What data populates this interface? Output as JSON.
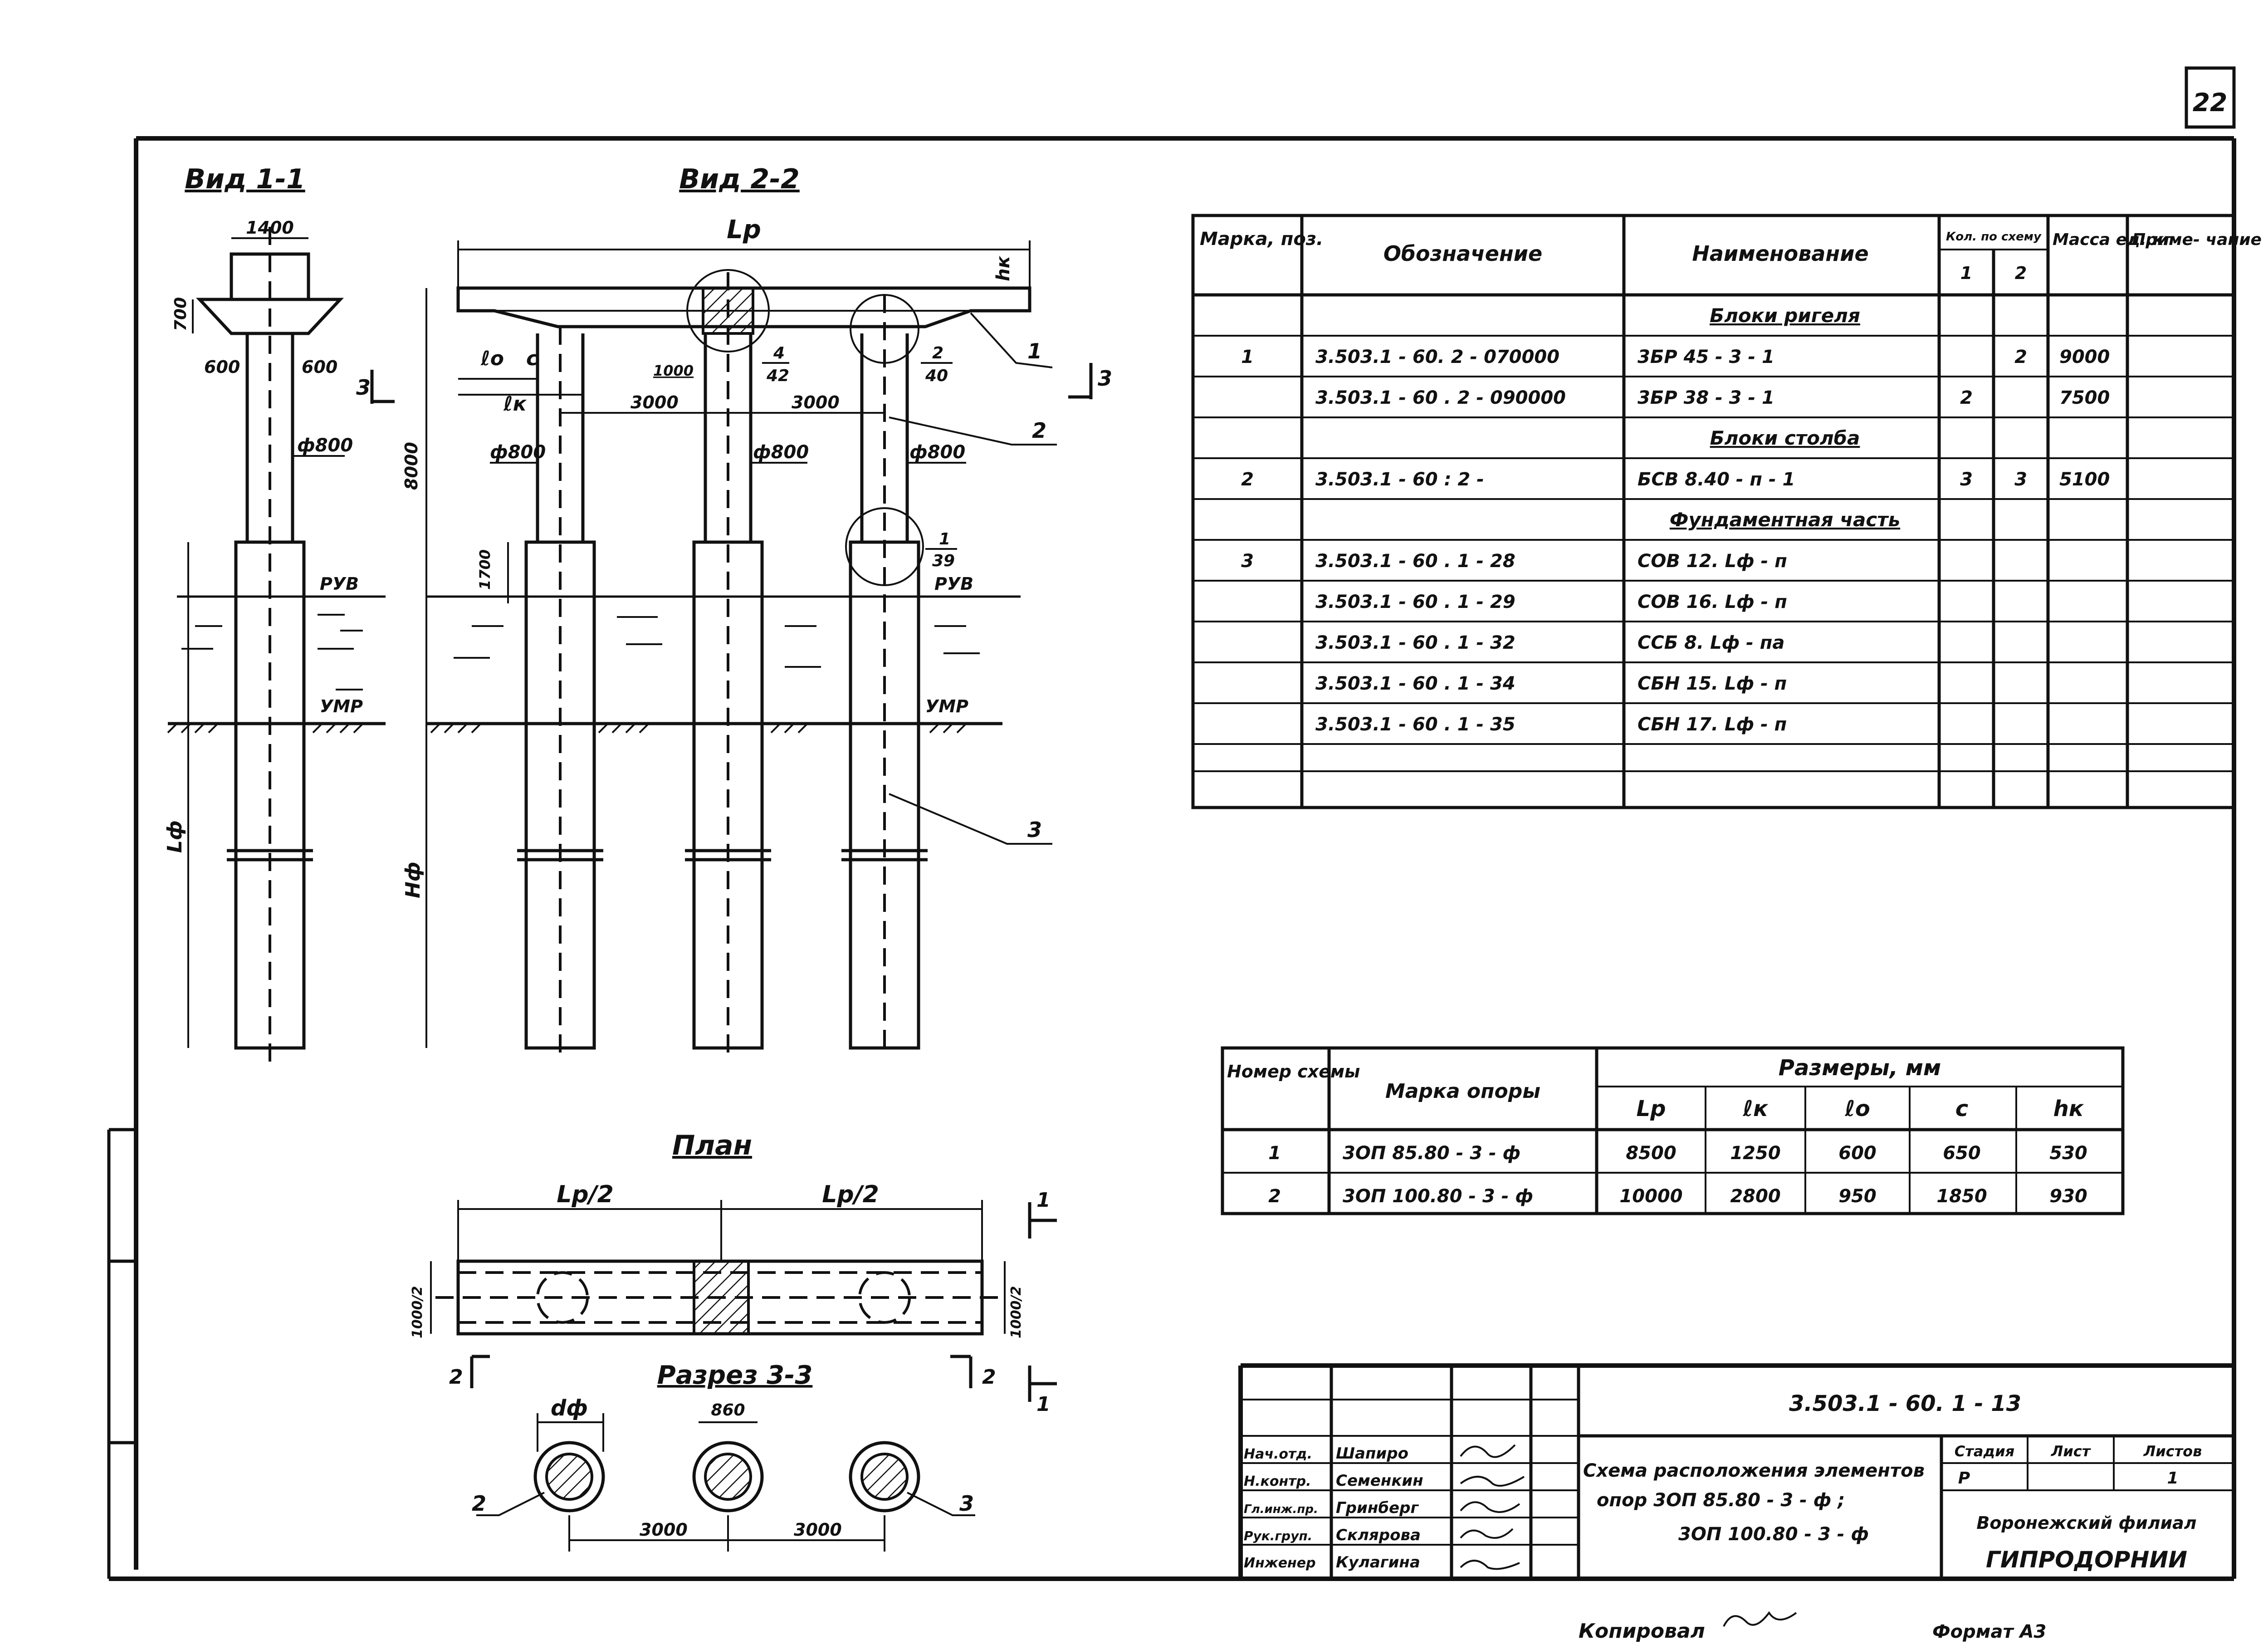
{
  "sheet_number": "22",
  "views": {
    "view11": "Вид 1-1",
    "view22": "Вид 2-2",
    "plan": "План",
    "section33": "Разрез 3-3"
  },
  "labels": {
    "lp": "Lр",
    "lp_half": "Lр/2",
    "hk": "hк",
    "l0": "ℓо",
    "c": "c",
    "lk": "ℓк",
    "lf": "Lф",
    "hf": "Hф",
    "df": "dф",
    "ruv": "РУВ",
    "umr": "УМР",
    "mark3": "3",
    "mark2": "2",
    "mark1": "1",
    "call_1": "1",
    "call_2": "2",
    "call_3": "3",
    "frac_4_42_top": "4",
    "frac_4_42_bot": "42",
    "frac_2_40_top": "2",
    "frac_2_40_bot": "40",
    "frac_1_39_top": "1",
    "frac_1_39_bot": "39"
  },
  "dims": {
    "w1400": "1400",
    "h700": "700",
    "d600a": "600",
    "d600b": "600",
    "phi800": "ф800",
    "s3000": "3000",
    "h8000": "8000",
    "h1000": "1000",
    "h1700": "1700",
    "d860": "860",
    "plan_h1": "1000/2",
    "plan_h2": "1000/2"
  },
  "main_table": {
    "headers": {
      "mark": "Марка, поз.",
      "designation": "Обозначение",
      "name": "Наименование",
      "qty": "Кол. по схему",
      "qty1": "1",
      "qty2": "2",
      "mass": "Масса ед.,кг",
      "note": "Приме- чание"
    },
    "rows": [
      {
        "mark": "",
        "designation": "",
        "name": "Блоки ригеля",
        "q1": "",
        "q2": "",
        "mass": "",
        "section": true
      },
      {
        "mark": "1",
        "designation": "3.503.1 - 60. 2 - 070000",
        "name": "3БР 45 - 3 - 1",
        "q1": "",
        "q2": "2",
        "mass": "9000",
        "section": false
      },
      {
        "mark": "",
        "designation": "3.503.1 - 60 . 2 - 090000",
        "name": "3БР 38 - 3 - 1",
        "q1": "2",
        "q2": "",
        "mass": "7500",
        "section": false
      },
      {
        "mark": "",
        "designation": "",
        "name": "Блоки столба",
        "q1": "",
        "q2": "",
        "mass": "",
        "section": true
      },
      {
        "mark": "2",
        "designation": "3.503.1 - 60 : 2 -",
        "name": "БСВ 8.40 - п - 1",
        "q1": "3",
        "q2": "3",
        "mass": "5100",
        "section": false
      },
      {
        "mark": "",
        "designation": "",
        "name": "Фундаментная часть",
        "q1": "",
        "q2": "",
        "mass": "",
        "section": true
      },
      {
        "mark": "3",
        "designation": "3.503.1 - 60 . 1 - 28",
        "name": "СОВ 12. Lф - п",
        "q1": "",
        "q2": "",
        "mass": "",
        "section": false
      },
      {
        "mark": "",
        "designation": "3.503.1 - 60 . 1 - 29",
        "name": "СОВ 16. Lф - п",
        "q1": "",
        "q2": "",
        "mass": "",
        "section": false
      },
      {
        "mark": "",
        "designation": "3.503.1 - 60 . 1 - 32",
        "name": "ССБ 8. Lф - па",
        "q1": "",
        "q2": "",
        "mass": "",
        "section": false
      },
      {
        "mark": "",
        "designation": "3.503.1 - 60 . 1 - 34",
        "name": "СБН 15. Lф - п",
        "q1": "",
        "q2": "",
        "mass": "",
        "section": false
      },
      {
        "mark": "",
        "designation": "3.503.1 - 60 . 1 - 35",
        "name": "СБН 17. Lф - п",
        "q1": "",
        "q2": "",
        "mass": "",
        "section": false
      }
    ]
  },
  "sizes_table": {
    "headers": {
      "scheme": "Номер схемы",
      "brand": "Марка опоры",
      "sizes": "Размеры, мм",
      "lp": "Lр",
      "lk": "ℓк",
      "l0": "ℓо",
      "c": "c",
      "hk": "hк"
    },
    "rows": [
      {
        "scheme": "1",
        "brand": "3ОП 85.80 - 3 - ф",
        "lp": "8500",
        "lk": "1250",
        "l0": "600",
        "c": "650",
        "hk": "530"
      },
      {
        "scheme": "2",
        "brand": "3ОП 100.80 - 3 - ф",
        "lp": "10000",
        "lk": "2800",
        "l0": "950",
        "c": "1850",
        "hk": "930"
      }
    ]
  },
  "title_block": {
    "code": "3.503.1 - 60. 1 - 13",
    "title_line1": "Схема расположения элементов",
    "title_line2": "опор    3ОП 85.80 - 3 - ф ;",
    "title_line3": "3ОП 100.80 - 3 - ф",
    "stage_h": "Стадия",
    "sheet_h": "Лист",
    "sheets_h": "Листов",
    "stage": "Р",
    "sheet": "",
    "sheets": "1",
    "org1": "Воронежский филиал",
    "org2": "ГИПРОДОРНИИ",
    "staff": [
      {
        "role": "Нач.отд.",
        "name": "Шапиро"
      },
      {
        "role": "Н.контр.",
        "name": "Семенкин"
      },
      {
        "role": "Гл.инж.пр.",
        "name": "Гринберг"
      },
      {
        "role": "Рук.груп.",
        "name": "Склярова"
      },
      {
        "role": "Инженер",
        "name": "Кулагина"
      }
    ]
  },
  "footer": {
    "copied": "Копировал",
    "format": "Формат А3"
  }
}
